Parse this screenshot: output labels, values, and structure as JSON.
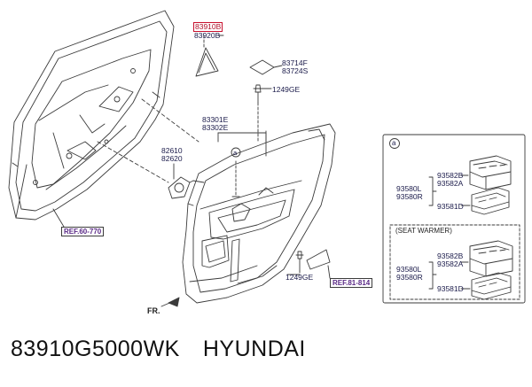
{
  "callouts": {
    "part_83910b": "83910B",
    "part_83920b": "83920B",
    "part_83714f": "83714F",
    "part_83724s": "83724S",
    "part_1249ge_top": "1249GE",
    "part_83301e": "83301E",
    "part_83302e": "83302E",
    "part_82610": "82610",
    "part_82620": "82620",
    "part_1249ge_bottom": "1249GE",
    "circle_a": "a"
  },
  "refs": {
    "ref_60_770": "REF.60-770",
    "ref_81_814": "REF.81-814"
  },
  "direction": {
    "front": "FR."
  },
  "inset": {
    "tag": "a",
    "top_group": {
      "part_93582b": "93582B",
      "part_93582a": "93582A",
      "part_93580l": "93580L",
      "part_93580r": "93580R",
      "part_93581d": "93581D"
    },
    "seat_warmer": {
      "title": "(SEAT WARMER)",
      "part_93582b": "93582B",
      "part_93582a": "93582A",
      "part_93580l": "93580L",
      "part_93580r": "93580R",
      "part_93581d": "93581D"
    }
  },
  "footer": {
    "part_number": "83910G5000WK",
    "brand": "HYUNDAI"
  },
  "colors": {
    "line": "#3b3b3b",
    "highlight": "#c8102e",
    "ref_text": "#5a2a86",
    "label_text": "#1a1a4a"
  }
}
